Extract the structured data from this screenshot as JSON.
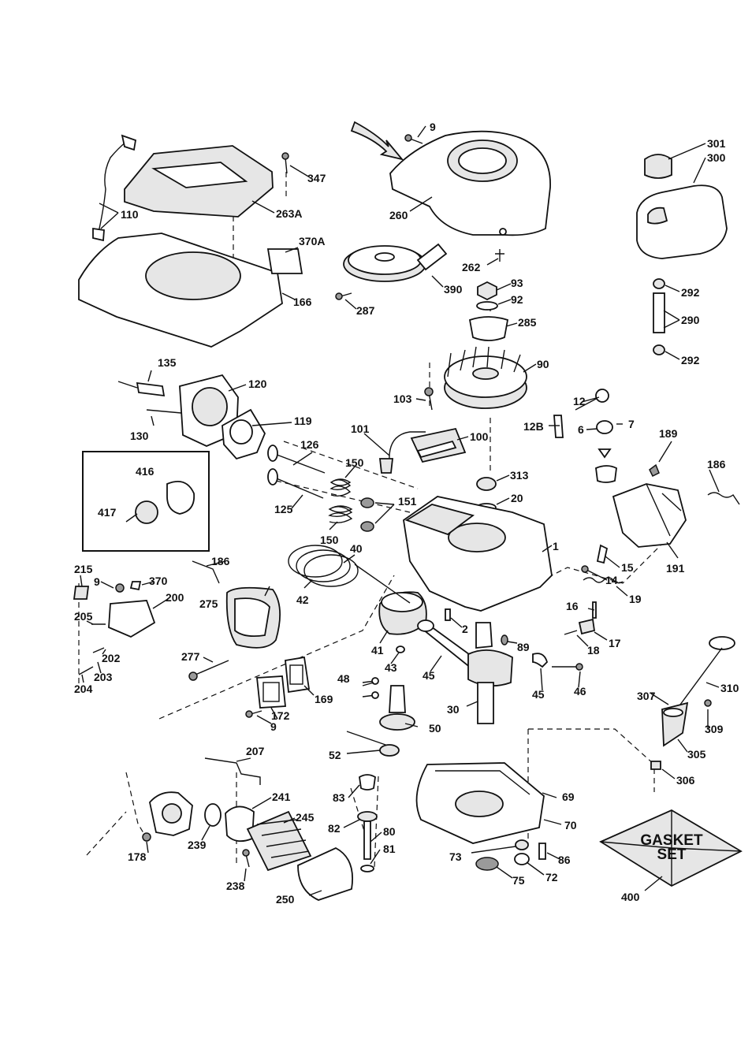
{
  "diagram": {
    "gasket_kit_text": [
      "GASKET",
      "SET"
    ],
    "part_numbers": [
      "1",
      "2",
      "6",
      "7",
      "9",
      "9",
      "9",
      "12",
      "12B",
      "14",
      "15",
      "16",
      "17",
      "18",
      "19",
      "20",
      "30",
      "40",
      "41",
      "42",
      "43",
      "45",
      "45",
      "46",
      "48",
      "50",
      "52",
      "69",
      "70",
      "72",
      "73",
      "75",
      "80",
      "81",
      "82",
      "83",
      "86",
      "89",
      "90",
      "92",
      "93",
      "100",
      "101",
      "103",
      "110",
      "119",
      "120",
      "125",
      "126",
      "130",
      "135",
      "150",
      "150",
      "151",
      "166",
      "169",
      "172",
      "178",
      "186",
      "186",
      "189",
      "191",
      "200",
      "202",
      "203",
      "204",
      "205",
      "207",
      "215",
      "238",
      "239",
      "241",
      "245",
      "250",
      "260",
      "262",
      "263A",
      "275",
      "277",
      "285",
      "287",
      "290",
      "292",
      "292",
      "300",
      "301",
      "305",
      "306",
      "307",
      "309",
      "310",
      "313",
      "347",
      "370",
      "370A",
      "390",
      "400",
      "416",
      "417"
    ]
  }
}
